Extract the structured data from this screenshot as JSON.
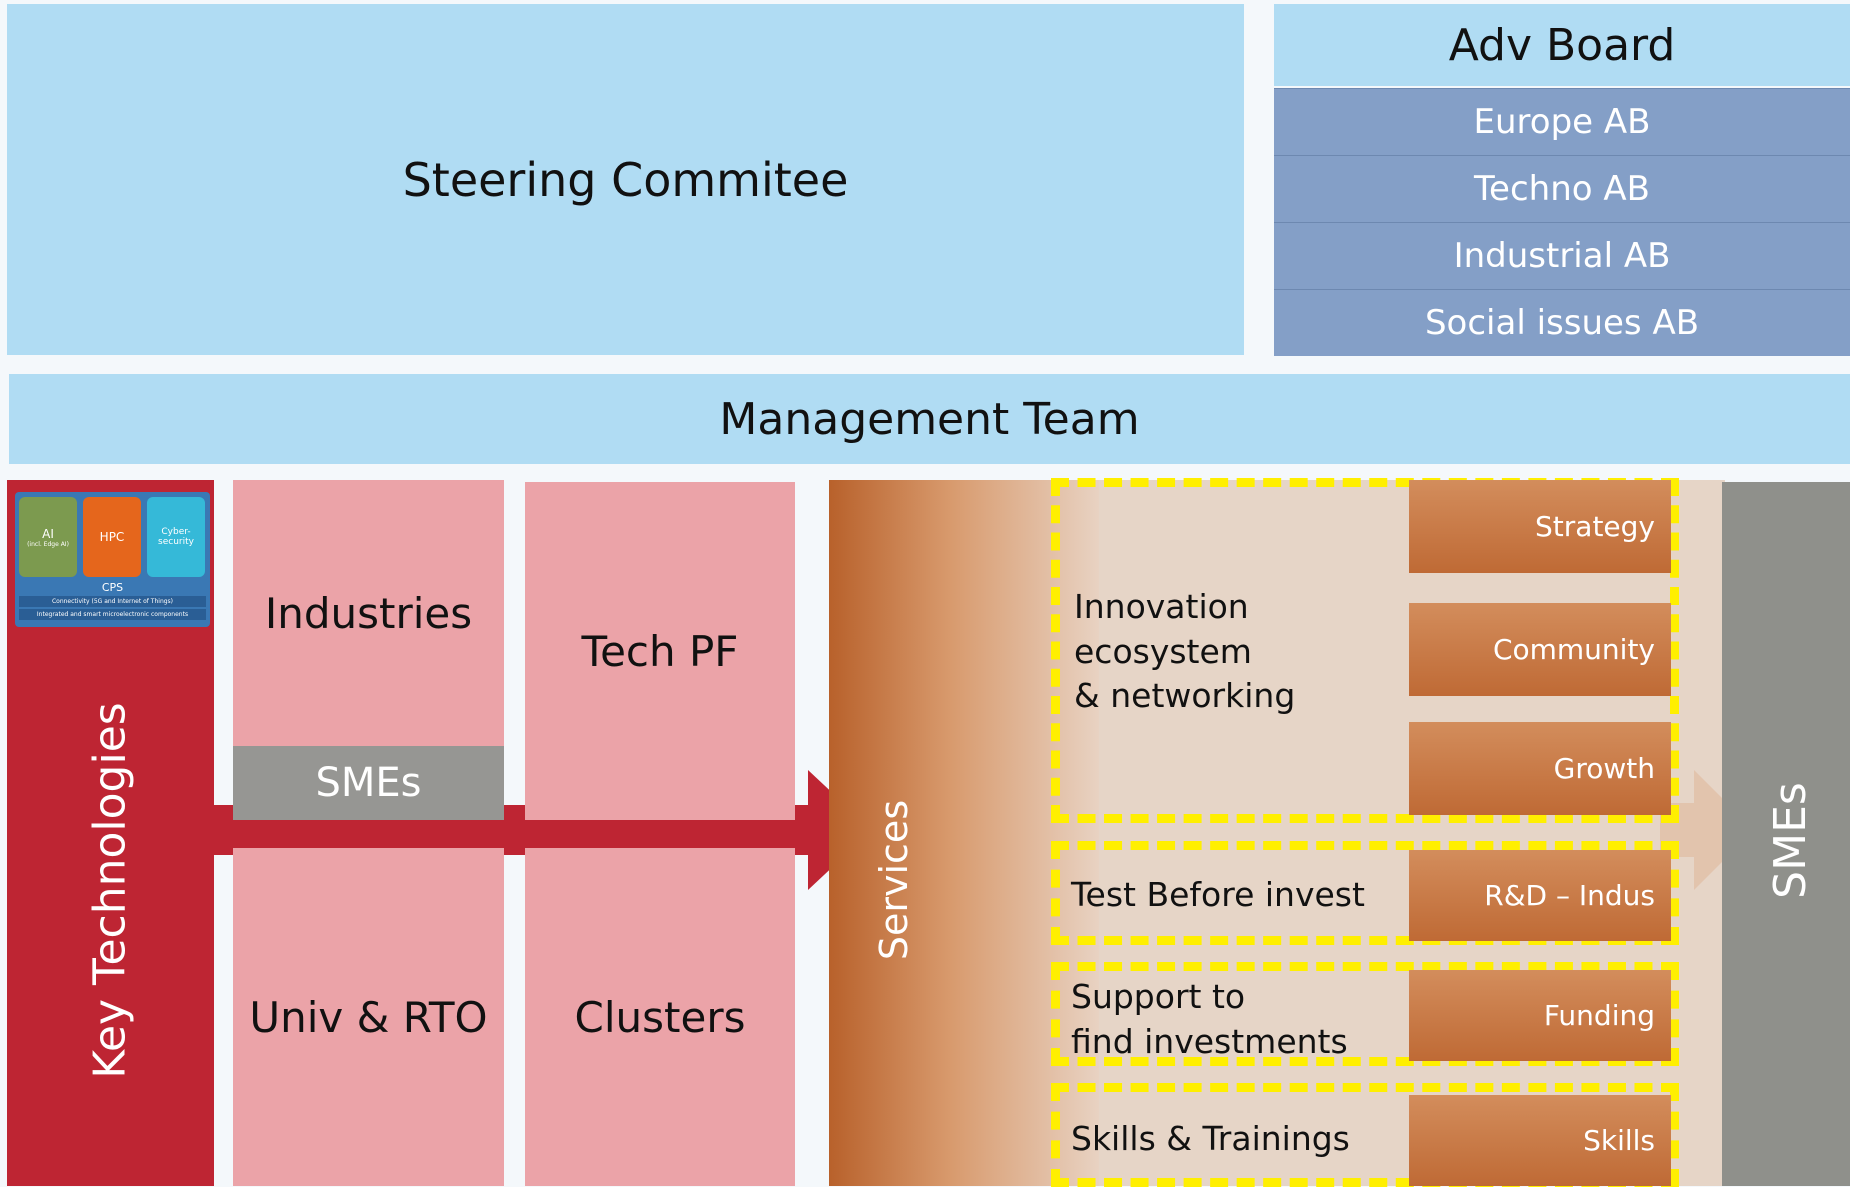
{
  "steering": "Steering Commitee",
  "adv_board": {
    "title": "Adv Board",
    "items": [
      "Europe AB",
      "Techno AB",
      "Industrial AB",
      "Social issues AB"
    ]
  },
  "management": "Management Team",
  "key_technologies": {
    "label": "Key Technologies",
    "graphic": {
      "ai": "AI",
      "ai_sub": "(incl. Edge AI)",
      "hpc": "HPC",
      "cyber": "Cyber-\nsecurity",
      "cps": "CPS",
      "connectivity": "Connectivity (5G and Internet of Things)",
      "components": "Integrated and smart microelectronic components"
    }
  },
  "actors": {
    "industries": "Industries",
    "smes": "SMEs",
    "univ_rto": "Univ & RTO",
    "tech_pf": "Tech PF",
    "clusters": "Clusters"
  },
  "services": {
    "label": "Services",
    "bands": [
      {
        "label": "Innovation\necosystem\n& networking",
        "tags": [
          "Strategy",
          "Community",
          "Growth"
        ]
      },
      {
        "label": "Test Before invest",
        "tags": [
          "R&D – Indus"
        ]
      },
      {
        "label": "Support to\nfind investments",
        "tags": [
          "Funding"
        ]
      },
      {
        "label": "Skills & Trainings",
        "tags": [
          "Skills"
        ]
      }
    ]
  },
  "beneficiaries": "SMEs",
  "colors": {
    "light_blue": "#b0dcf3",
    "adv_blue": "#849fc7",
    "red": "#be2533",
    "pink": "#eba3a8",
    "gray": "#969693",
    "orange": "#c06a35",
    "yellow_dash": "#ffef00"
  }
}
